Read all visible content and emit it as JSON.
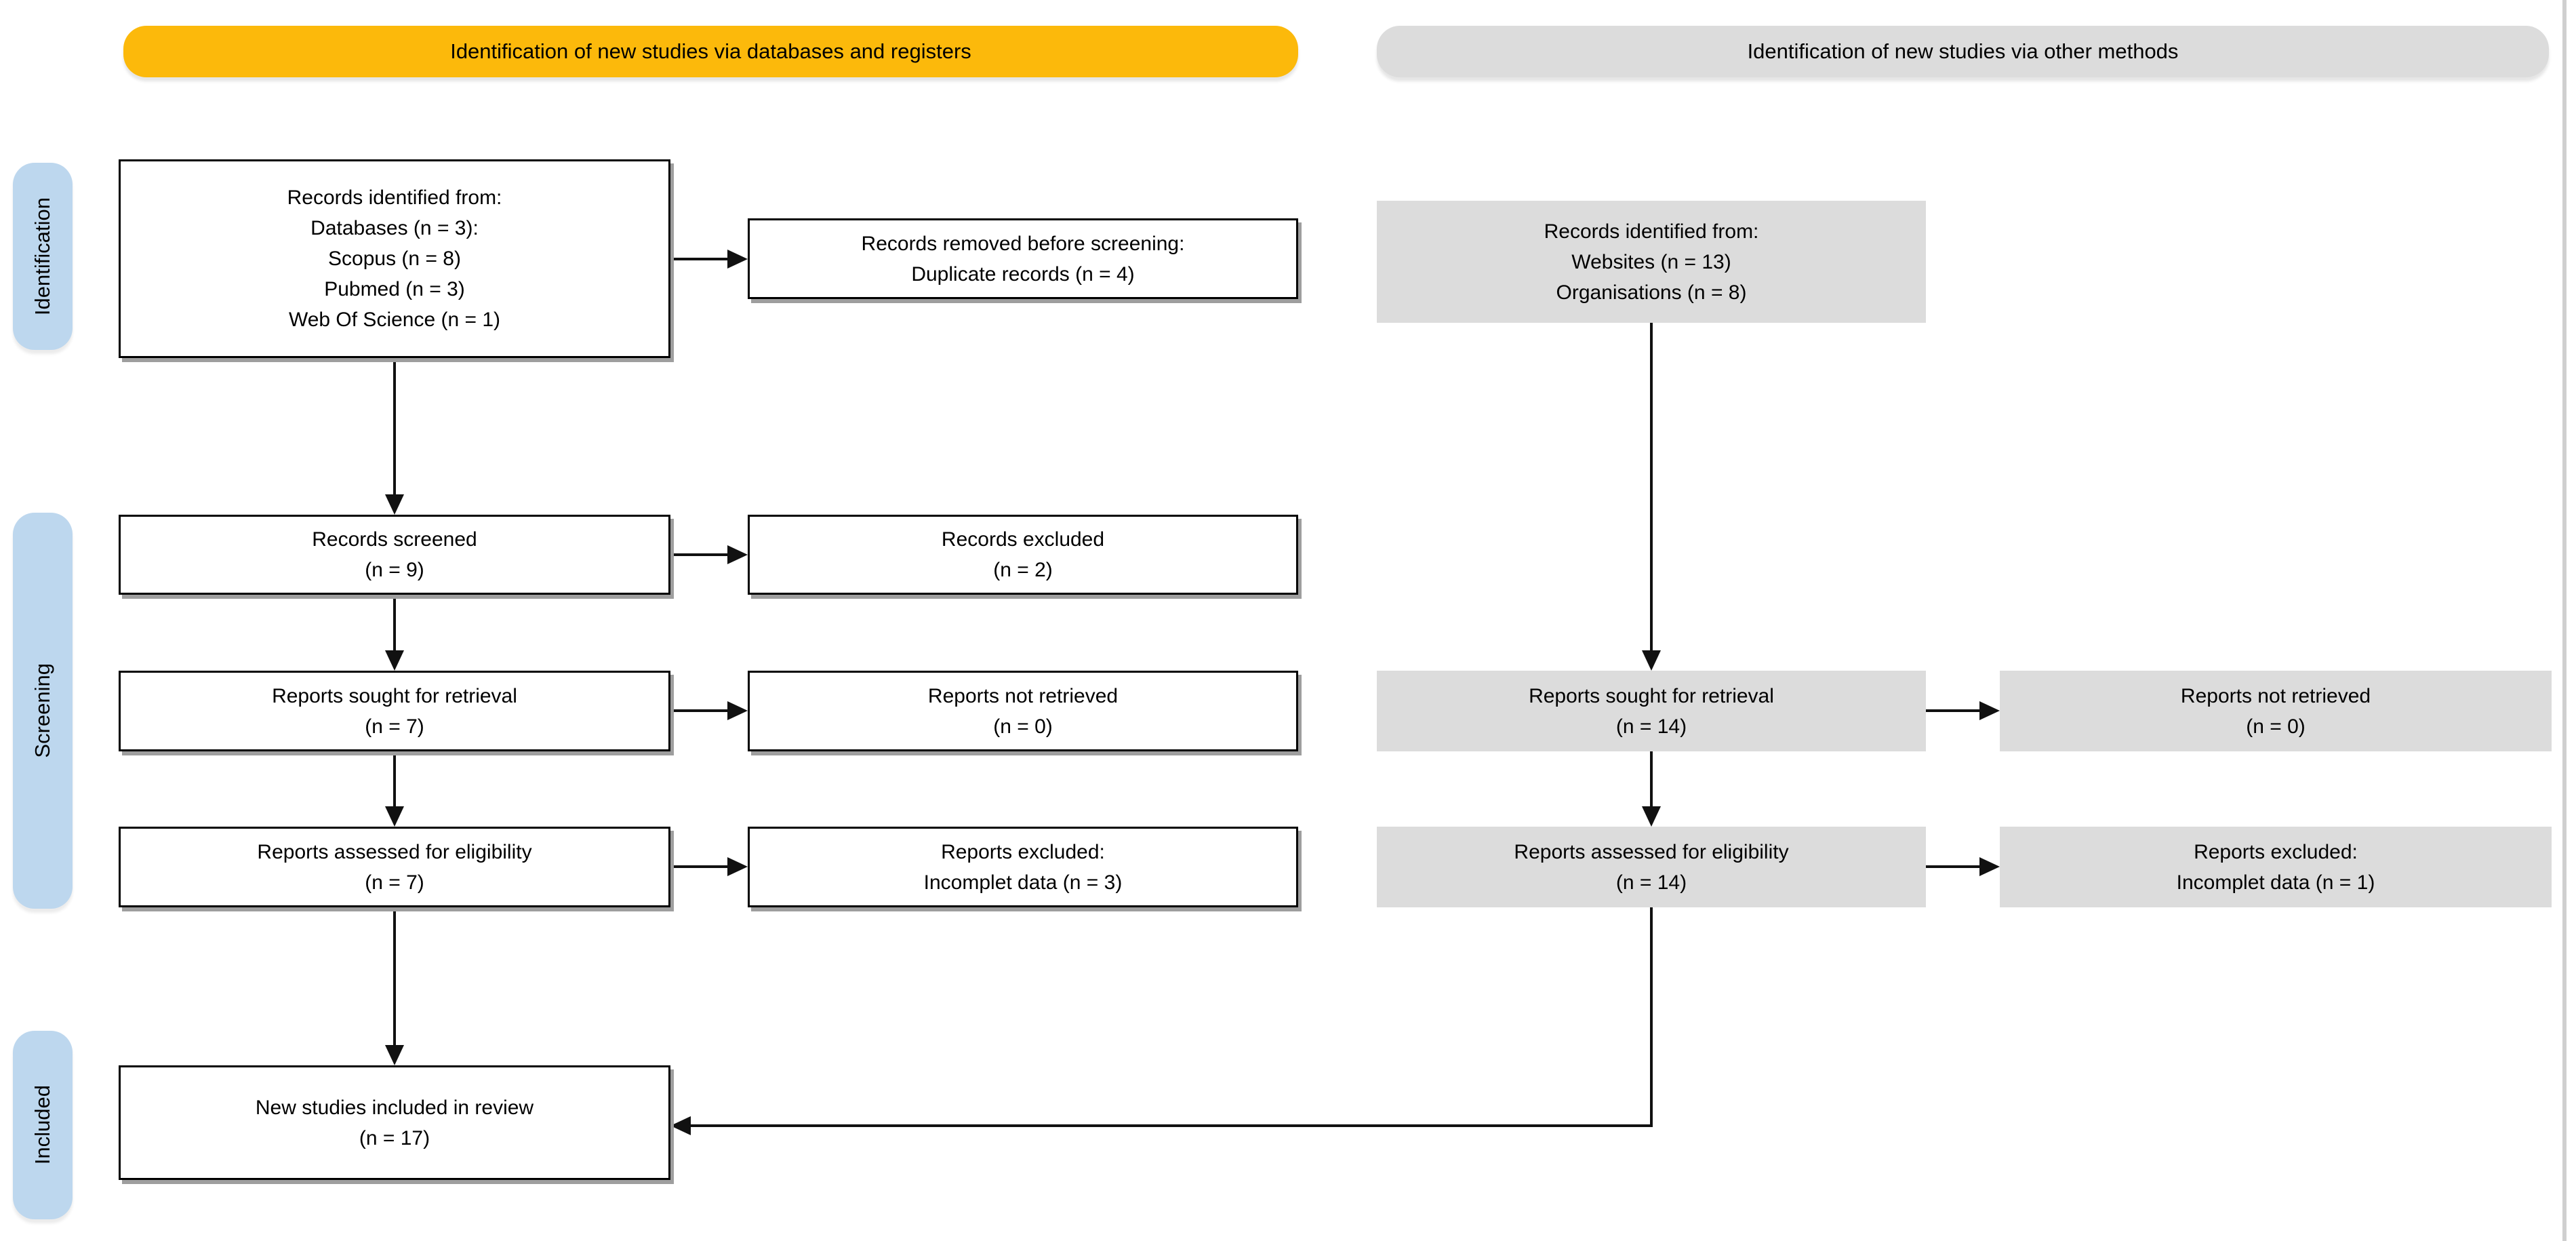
{
  "headers": {
    "databases": "Identification of new studies via databases and registers",
    "other": "Identification of new studies via other methods"
  },
  "stages": {
    "identification": "Identification",
    "screening": "Screening",
    "included": "Included"
  },
  "boxes": {
    "records_identified_db": "Records identified from:\nDatabases (n = 3):\nScopus (n = 8)\nPubmed (n = 3)\nWeb Of Science (n = 1)",
    "records_removed": "Records removed before screening:\nDuplicate records (n = 4)",
    "records_screened": "Records screened\n(n = 9)",
    "records_excluded": "Records excluded\n(n = 2)",
    "reports_sought_db": "Reports sought for retrieval\n(n = 7)",
    "reports_not_retrieved_db": "Reports not retrieved\n(n = 0)",
    "reports_assessed_db": "Reports assessed for eligibility\n(n = 7)",
    "reports_excluded_db": "Reports excluded:\nIncomplet data (n = 3)",
    "records_identified_other": "Records identified from:\nWebsites (n = 13)\nOrganisations (n = 8)",
    "reports_sought_other": "Reports sought for retrieval\n(n = 14)",
    "reports_not_retrieved_other": "Reports not retrieved\n(n = 0)",
    "reports_assessed_other": "Reports assessed for eligibility\n(n = 14)",
    "reports_excluded_other": "Reports excluded:\nIncomplet data (n = 1)",
    "included_review": "New studies included in review\n(n = 17)"
  },
  "colors": {
    "header_primary": "#FCB90B",
    "header_secondary": "#DCDCDC",
    "stage_pill": "#BDD7EE",
    "box_gray": "#DCDCDC",
    "line": "#111111"
  }
}
